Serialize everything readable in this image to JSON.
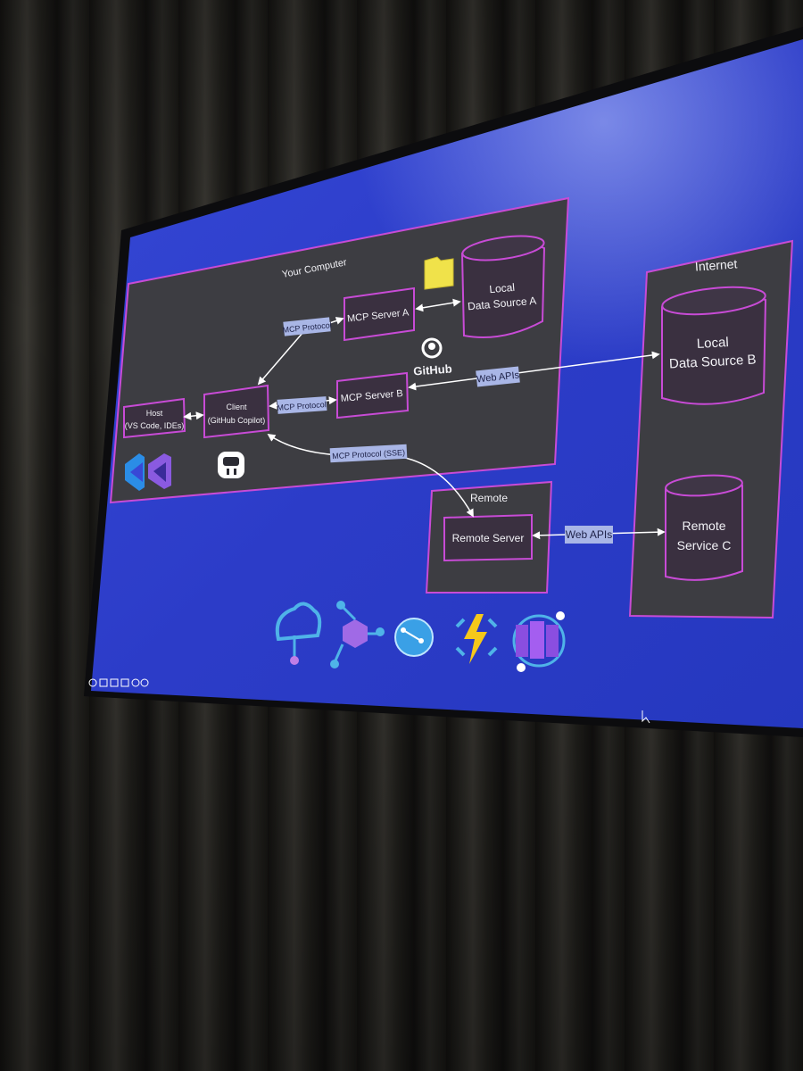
{
  "diagram": {
    "regions": {
      "your_computer": "Your Computer",
      "internet": "Internet",
      "remote": "Remote"
    },
    "nodes": {
      "host": [
        "Host",
        "(VS Code, IDEs)"
      ],
      "client": [
        "Client",
        "(GitHub Copilot)"
      ],
      "mcp_server_a": "MCP Server A",
      "mcp_server_b": "MCP Server B",
      "local_data_source_a": [
        "Local",
        "Data Source A"
      ],
      "local_data_source_b": [
        "Local",
        "Data Source B"
      ],
      "remote_server": "Remote Server",
      "remote_service_c": [
        "Remote",
        "Service C"
      ]
    },
    "edge_labels": {
      "mcp_protocol_a": "MCP Protocol",
      "mcp_protocol_b": "MCP Protocol",
      "mcp_protocol_sse": "MCP Protocol (SSE)",
      "web_apis_b": "Web APIs",
      "web_apis_c": "Web APIs"
    },
    "logos": {
      "github_wordmark": "GitHub"
    },
    "icons": [
      "vscode-icon",
      "visual-studio-icon",
      "copilot-icon",
      "folder-icon",
      "github-octocat-icon",
      "cloud-icon",
      "hub-icon",
      "globe-icon",
      "azure-functions-icon",
      "container-apps-icon"
    ]
  },
  "colors": {
    "screen_blue": "#2f3fd0",
    "panel_dark": "#3a3a40",
    "accent_pink": "#d04ad8",
    "label_bg": "#a9b6e6"
  }
}
